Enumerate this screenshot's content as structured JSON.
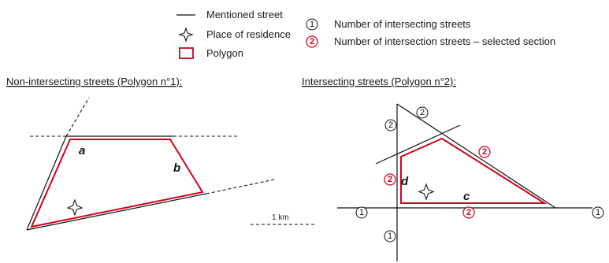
{
  "legend": {
    "mentioned_street": "Mentioned street",
    "place_of_residence": "Place of residence",
    "polygon": "Polygon",
    "intersect_count": "Number of intersecting streets",
    "intersect_count_selected": "Number of intersection streets – selected section",
    "badge_normal": "1",
    "badge_selected": "2"
  },
  "panel_left": {
    "title": "Non-intersecting streets (Polygon n°1):",
    "label_a": "a",
    "label_b": "b"
  },
  "panel_right": {
    "title": "Intersecting streets (Polygon n°2):",
    "label_c": "c",
    "label_d": "d",
    "badges": {
      "top_left": "2",
      "top_right": "2",
      "hypotenuse": "2",
      "left_side": "2",
      "bottom_side": "2",
      "far_left": "1",
      "far_right": "1",
      "bottom": "1"
    }
  },
  "scale": {
    "label": "1 km"
  },
  "colors": {
    "street": "#111111",
    "polygon": "#d0021b",
    "badge_selected": "#d0021b"
  }
}
